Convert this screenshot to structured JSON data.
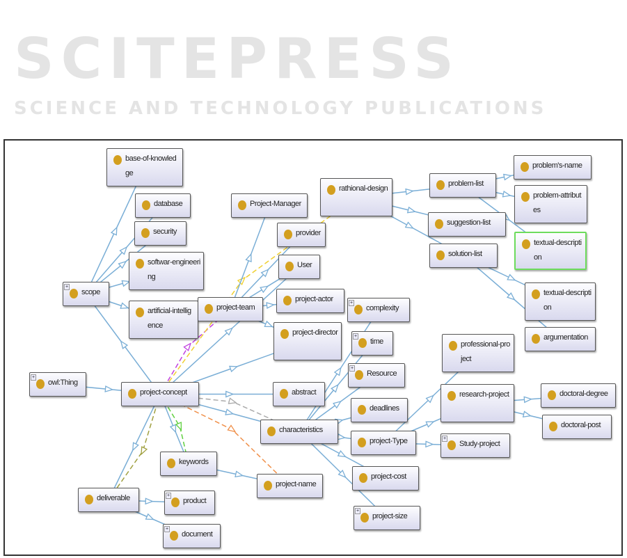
{
  "watermark": {
    "title": "SCITEPRESS",
    "subtitle": "SCIENCE AND TECHNOLOGY PUBLICATIONS"
  },
  "nodes": [
    {
      "id": "owl",
      "label": "owl:Thing",
      "plus": true
    },
    {
      "id": "concept",
      "label": "project-concept"
    },
    {
      "id": "scope",
      "label": "scope",
      "plus": true
    },
    {
      "id": "base",
      "label": "base-of-knowledge"
    },
    {
      "id": "database",
      "label": "database"
    },
    {
      "id": "security",
      "label": "security"
    },
    {
      "id": "softeng",
      "label": "softwar-engineering"
    },
    {
      "id": "ai",
      "label": "artificial-intelligence"
    },
    {
      "id": "pm",
      "label": "Project-Manager"
    },
    {
      "id": "provider",
      "label": "provider"
    },
    {
      "id": "user",
      "label": "User"
    },
    {
      "id": "actor",
      "label": "project-actor"
    },
    {
      "id": "director",
      "label": "project-director"
    },
    {
      "id": "team",
      "label": "project-team"
    },
    {
      "id": "rational",
      "label": "rathional-design"
    },
    {
      "id": "problist",
      "label": "problem-list"
    },
    {
      "id": "sugg",
      "label": "suggestion-list"
    },
    {
      "id": "sol",
      "label": "solution-list"
    },
    {
      "id": "pname",
      "label": "problem's-name"
    },
    {
      "id": "pattr",
      "label": "problem-attributes"
    },
    {
      "id": "tdesc1",
      "label": "textual-description",
      "highlight": true
    },
    {
      "id": "tdesc2",
      "label": "textual-description"
    },
    {
      "id": "argu",
      "label": "argumentation"
    },
    {
      "id": "complexity",
      "label": "complexity",
      "plus": true
    },
    {
      "id": "time",
      "label": "time",
      "plus": true
    },
    {
      "id": "resource",
      "label": "Resource",
      "plus": true
    },
    {
      "id": "deadlines",
      "label": "deadlines"
    },
    {
      "id": "ptype",
      "label": "project-Type"
    },
    {
      "id": "pcost",
      "label": "project-cost"
    },
    {
      "id": "psize",
      "label": "project-size",
      "plus": true
    },
    {
      "id": "prof",
      "label": "professional-project"
    },
    {
      "id": "research",
      "label": "research-project"
    },
    {
      "id": "study",
      "label": "Study-project",
      "plus": true
    },
    {
      "id": "ddeg",
      "label": "doctoral-degree"
    },
    {
      "id": "dpost",
      "label": "doctoral-post"
    },
    {
      "id": "abstract",
      "label": "abstract"
    },
    {
      "id": "charac",
      "label": "characteristics"
    },
    {
      "id": "keywords",
      "label": "keywords"
    },
    {
      "id": "projname",
      "label": "project-name"
    },
    {
      "id": "deliv",
      "label": "deliverable"
    },
    {
      "id": "product",
      "label": "product",
      "plus": true
    },
    {
      "id": "document",
      "label": "document",
      "plus": true
    }
  ],
  "edges": [
    [
      "owl",
      "concept",
      "#7aaed6",
      false
    ],
    [
      "concept",
      "scope",
      "#7aaed6",
      false
    ],
    [
      "concept",
      "team",
      "#c040e0",
      true
    ],
    [
      "concept",
      "rational",
      "#f0d030",
      true
    ],
    [
      "concept",
      "user",
      "#7aaed6",
      false
    ],
    [
      "concept",
      "director",
      "#7aaed6",
      false
    ],
    [
      "concept",
      "abstract",
      "#7aaed6",
      false
    ],
    [
      "concept",
      "charac",
      "#7aaed6",
      false
    ],
    [
      "concept",
      "charac",
      "#aaaaaa",
      true
    ],
    [
      "concept",
      "keywords",
      "#7aaed6",
      false
    ],
    [
      "concept",
      "keywords",
      "#60d040",
      true
    ],
    [
      "concept",
      "projname",
      "#f0904a",
      true
    ],
    [
      "concept",
      "deliv",
      "#7aaed6",
      false
    ],
    [
      "concept",
      "deliv",
      "#a0a040",
      true
    ],
    [
      "scope",
      "base",
      "#7aaed6",
      false
    ],
    [
      "scope",
      "database",
      "#7aaed6",
      false
    ],
    [
      "scope",
      "security",
      "#7aaed6",
      false
    ],
    [
      "scope",
      "softeng",
      "#7aaed6",
      false
    ],
    [
      "scope",
      "ai",
      "#7aaed6",
      false
    ],
    [
      "team",
      "pm",
      "#7aaed6",
      false
    ],
    [
      "team",
      "provider",
      "#7aaed6",
      false
    ],
    [
      "team",
      "user",
      "#7aaed6",
      false
    ],
    [
      "team",
      "actor",
      "#7aaed6",
      false
    ],
    [
      "team",
      "director",
      "#7aaed6",
      false
    ],
    [
      "rational",
      "problist",
      "#7aaed6",
      false
    ],
    [
      "rational",
      "sugg",
      "#7aaed6",
      false
    ],
    [
      "rational",
      "sol",
      "#7aaed6",
      false
    ],
    [
      "problist",
      "pname",
      "#7aaed6",
      false
    ],
    [
      "problist",
      "pattr",
      "#7aaed6",
      false
    ],
    [
      "problist",
      "tdesc1",
      "#7aaed6",
      false
    ],
    [
      "sol",
      "tdesc2",
      "#7aaed6",
      false
    ],
    [
      "sol",
      "argu",
      "#7aaed6",
      false
    ],
    [
      "charac",
      "complexity",
      "#7aaed6",
      false
    ],
    [
      "charac",
      "time",
      "#7aaed6",
      false
    ],
    [
      "charac",
      "resource",
      "#7aaed6",
      false
    ],
    [
      "charac",
      "deadlines",
      "#7aaed6",
      false
    ],
    [
      "charac",
      "ptype",
      "#7aaed6",
      false
    ],
    [
      "charac",
      "pcost",
      "#7aaed6",
      false
    ],
    [
      "charac",
      "psize",
      "#7aaed6",
      false
    ],
    [
      "ptype",
      "prof",
      "#7aaed6",
      false
    ],
    [
      "ptype",
      "research",
      "#7aaed6",
      false
    ],
    [
      "ptype",
      "study",
      "#7aaed6",
      false
    ],
    [
      "research",
      "ddeg",
      "#7aaed6",
      false
    ],
    [
      "research",
      "dpost",
      "#7aaed6",
      false
    ],
    [
      "deliv",
      "product",
      "#7aaed6",
      false
    ],
    [
      "deliv",
      "document",
      "#7aaed6",
      false
    ],
    [
      "keywords",
      "projname",
      "#7aaed6",
      false
    ]
  ]
}
